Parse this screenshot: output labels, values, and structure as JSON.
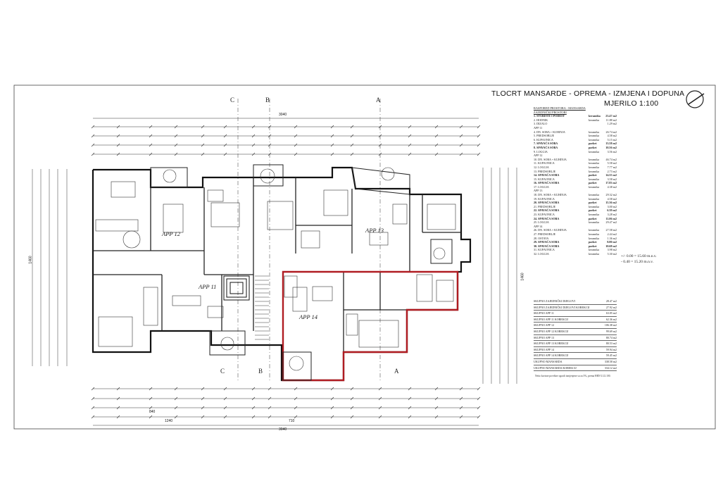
{
  "header": {
    "title": "TLOCRT MANSARDE - OPREMA - IZMJENA I DOPUNA",
    "scale": "MJERILO 1:100"
  },
  "sections": {
    "top": [
      "C",
      "B",
      "A"
    ],
    "bottom": [
      "C",
      "B",
      "A"
    ]
  },
  "apartments": {
    "app11": "APP 11",
    "app12": "APP 12",
    "app13": "APP 13",
    "app14": "APP 14"
  },
  "dimensions": {
    "top_total": "3040",
    "bottom_total": "3040",
    "bottom_sub": [
      "1240",
      "840",
      "710"
    ],
    "left_total": "1460",
    "right_total": "1460"
  },
  "schedule": {
    "heading": "RASPORED PROSTORA - MANSARDA",
    "subheading": "ZAJEDNIČKI PROSTORI",
    "rows": [
      {
        "label": "1. STUBIŠTE I PODEST",
        "unit": "keramika",
        "area": "23.47 m2",
        "bold": true
      },
      {
        "label": "2. HODNIK",
        "unit": "keramika",
        "area": "11.88 m2",
        "bold": false
      },
      {
        "label": "3. DIZALO",
        "unit": "",
        "area": "1.29 m2",
        "bold": false
      },
      {
        "label": "APP 11",
        "unit": "",
        "area": "",
        "bold": false
      },
      {
        "label": "4. DN. SOBA + KUHINJA",
        "unit": "keramika",
        "area": "26.74 m2",
        "bold": false
      },
      {
        "label": "5. PREDSOBLJE",
        "unit": "keramika",
        "area": "4.58 m2",
        "bold": false
      },
      {
        "label": "6. KUPAONICA",
        "unit": "keramika",
        "area": "5.15 m2",
        "bold": false
      },
      {
        "label": "7. SPAVAĆA SOBA",
        "unit": "parket",
        "area": "13.58 m2",
        "bold": true
      },
      {
        "label": "8. SPAVAĆA SOBA",
        "unit": "parket",
        "area": "10.56 m2",
        "bold": true
      },
      {
        "label": "9. LOGGIA",
        "unit": "keramika",
        "area": "3.56 m2",
        "bold": false
      },
      {
        "label": "APP 12",
        "unit": "",
        "area": "",
        "bold": false
      },
      {
        "label": "10. DN. SOBA + KUHINJA",
        "unit": "keramika",
        "area": "46.74 m2",
        "bold": false
      },
      {
        "label": "11. KUPAONICA",
        "unit": "keramika",
        "area": "5.58 m2",
        "bold": false
      },
      {
        "label": "12. LOGGIA",
        "unit": "keramika",
        "area": "7.77 m2",
        "bold": false
      },
      {
        "label": "13. PREDSOBLJE",
        "unit": "keramika",
        "area": "2.73 m2",
        "bold": false
      },
      {
        "label": "14. SPAVAĆA SOBA",
        "unit": "parket",
        "area": "14.55 m2",
        "bold": true
      },
      {
        "label": "15. KUPAONICA",
        "unit": "keramika",
        "area": "3.58 m2",
        "bold": false
      },
      {
        "label": "16. SPAVAĆA SOBA",
        "unit": "parket",
        "area": "17.83 m2",
        "bold": true
      },
      {
        "label": "17. LOGGIA",
        "unit": "keramika",
        "area": "4.38 m2",
        "bold": false
      },
      {
        "label": "APP 13",
        "unit": "",
        "area": "",
        "bold": false
      },
      {
        "label": "18. DN. SOBA + KUHINJA",
        "unit": "keramika",
        "area": "29.32 m2",
        "bold": false
      },
      {
        "label": "19. KUPAONICA",
        "unit": "keramika",
        "area": "4.58 m2",
        "bold": false
      },
      {
        "label": "20. SPAVAĆA SOBA",
        "unit": "parket",
        "area": "15.36 m2",
        "bold": true
      },
      {
        "label": "21. PREDSOBLJE",
        "unit": "keramika",
        "area": "3.00 m2",
        "bold": false
      },
      {
        "label": "22. SPAVAĆA SOBA",
        "unit": "parket",
        "area": "6.39 m2",
        "bold": true
      },
      {
        "label": "23. KUPAONICA",
        "unit": "keramika",
        "area": "3.28 m2",
        "bold": false
      },
      {
        "label": "24. SPAVAĆA SOBA",
        "unit": "parket",
        "area": "11.06 m2",
        "bold": true
      },
      {
        "label": "25. LOGGIA",
        "unit": "keramika",
        "area": "29.47 m2",
        "bold": false
      },
      {
        "label": "APP 14",
        "unit": "",
        "area": "",
        "bold": false
      },
      {
        "label": "26. DN. SOBA + KUHINJA",
        "unit": "keramika",
        "area": "27.58 m2",
        "bold": false
      },
      {
        "label": "27. PREDSOBLJE",
        "unit": "keramika",
        "area": "2.44 m2",
        "bold": false
      },
      {
        "label": "28. OSTAVA",
        "unit": "keramika",
        "area": "1.36 m2",
        "bold": false
      },
      {
        "label": "29. SPAVAĆA SOBA",
        "unit": "parket",
        "area": "8.80 m2",
        "bold": true
      },
      {
        "label": "30. SPAVAĆA SOBA",
        "unit": "parket",
        "area": "10.68 m2",
        "bold": true
      },
      {
        "label": "31. KUPAONICA",
        "unit": "keramika",
        "area": "3.98 m2",
        "bold": false
      },
      {
        "label": "32. LOGGIA",
        "unit": "keramika",
        "area": "5.30 m2",
        "bold": false
      }
    ]
  },
  "totals": {
    "rows": [
      {
        "label": "SKUPNO ZAJEDNIČKI DIJELOVI",
        "area": "28.47 m2"
      },
      {
        "label": "SKUPNO ZAJEDNIČKI DIJELOVI KOREKCIJ",
        "area": "27.92 m2"
      },
      {
        "label": "SKUPNO APP 11",
        "area": "63.05 m2"
      },
      {
        "label": "SKUPNO APP 11 KOREKCIJ",
        "area": "62.36 m2"
      },
      {
        "label": "SKUPNO APP 12",
        "area": "106.38 m2"
      },
      {
        "label": "SKUPNO APP 12 KOREKCIJ",
        "area": "99.69 m2"
      },
      {
        "label": "SKUPNO APP 13",
        "area": "80.74 m2"
      },
      {
        "label": "SKUPNO APP 13 KOREKCIJ",
        "area": "80.53 m2"
      },
      {
        "label": "SKUPNO APP 14",
        "area": "59.94 m2"
      },
      {
        "label": "SKUPNO APP 14 KOREKCIJ",
        "area": "59.45 m2"
      },
      {
        "label": "UKUPNO MANSARDA",
        "area": "338.58 m2"
      },
      {
        "label": "UKUPNO MANSARDA KOREKCIJ",
        "area": "334.12 m2"
      }
    ]
  },
  "levels": {
    "line1": "+/- 0.00 = 15.60 m.n.v.",
    "line2": "- 0.40 = 15.20 m.n.v."
  },
  "note": "Netto korisne površine ogradi izmjenjene su za 3%, prema HRN U.J2.100.",
  "colors": {
    "line": "#222222",
    "highlight": "#b01c22",
    "background": "#ffffff"
  }
}
